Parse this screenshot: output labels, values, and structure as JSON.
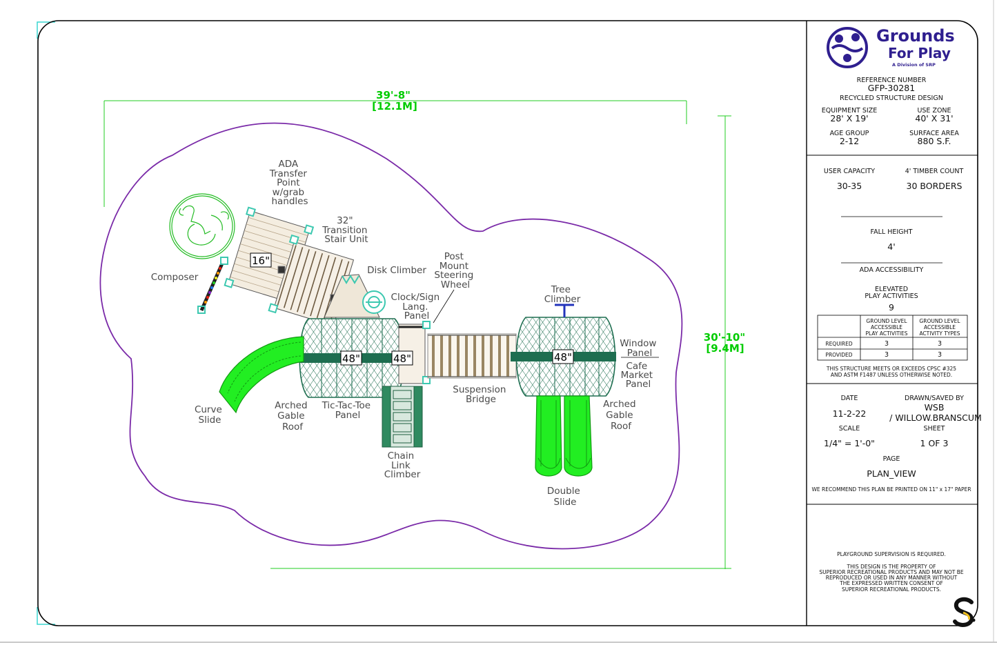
{
  "logo": {
    "line1": "Grounds",
    "line2": "For Play",
    "tagline": "A Division of SRP",
    "brand_color": "#2f1f8f"
  },
  "title_block": {
    "reference_label": "REFERENCE NUMBER",
    "reference_number": "GFP-30281",
    "design_name": "RECYCLED STRUCTURE DESIGN",
    "equipment_size_label": "EQUIPMENT SIZE",
    "equipment_size": "28' X 19'",
    "use_zone_label": "USE ZONE",
    "use_zone": "40' X 31'",
    "age_group_label": "AGE GROUP",
    "age_group": "2-12",
    "surface_area_label": "SURFACE AREA",
    "surface_area": "880 S.F.",
    "user_capacity_label": "USER CAPACITY",
    "user_capacity": "30-35",
    "timber_count_label": "4' TIMBER COUNT",
    "timber_count": "30 BORDERS",
    "fall_height_label": "FALL HEIGHT",
    "fall_height": "4'",
    "ada_label": "ADA ACCESSIBILITY",
    "elevated_label_1": "ELEVATED",
    "elevated_label_2": "PLAY ACTIVITIES",
    "elevated_count": "9",
    "table": {
      "col1": [
        "GROUND LEVEL",
        "ACCESSIBLE",
        "PLAY ACTIVITIES"
      ],
      "col2": [
        "GROUND LEVEL",
        "ACCESSIBLE",
        "ACTIVITY TYPES"
      ],
      "rows": [
        {
          "label": "REQUIRED",
          "a": "3",
          "b": "3"
        },
        {
          "label": "PROVIDED",
          "a": "3",
          "b": "3"
        }
      ]
    },
    "compliance_1": "THIS STRUCTURE MEETS OR EXCEEDS CPSC #325",
    "compliance_2": "AND ASTM F1487 UNLESS OTHERWISE NOTED.",
    "date_label": "DATE",
    "date": "11-2-22",
    "drawn_label": "DRAWN/SAVED BY",
    "drawn_by_1": "WSB",
    "drawn_by_2": "/ WILLOW.BRANSCUM",
    "scale_label": "SCALE",
    "scale": "1/4\" = 1'-0\"",
    "sheet_label": "SHEET",
    "sheet": "1   OF   3",
    "page_label": "PAGE",
    "page": "PLAN_VIEW",
    "print_note": "WE RECOMMEND THIS PLAN BE PRINTED ON 11\" x 17\" PAPER",
    "supervision": "PLAYGROUND SUPERVISION IS REQUIRED.",
    "property_lines": [
      "THIS DESIGN IS THE PROPERTY OF",
      "SUPERIOR RECREATIONAL PRODUCTS AND MAY NOT BE",
      "REPRODUCED OR USED IN ANY MANNER WITHOUT",
      "THE EXPRESSED WRITTEN CONSENT OF",
      "SUPERIOR RECREATIONAL PRODUCTS."
    ]
  },
  "dimensions": {
    "width_ft": "39'-8\"",
    "width_m": "[12.1M]",
    "height_ft": "30'-10\"",
    "height_m": "[9.4M]"
  },
  "deck_tags": {
    "deck_16": "16\"",
    "deck_48_a": "48\"",
    "deck_48_b": "48\"",
    "deck_48_c": "48\""
  },
  "labels": {
    "ada_transfer": [
      "ADA",
      "Transfer",
      "Point",
      "w/grab",
      "handles"
    ],
    "stair": [
      "32\"",
      "Transition",
      "Stair Unit"
    ],
    "composer": "Composer",
    "disk_climber": "Disk Climber",
    "steering": [
      "Post",
      "Mount",
      "Steering",
      "Wheel"
    ],
    "clock": [
      "Clock/Sign",
      "Lang.",
      "Panel"
    ],
    "tree_climber": [
      "Tree",
      "Climber"
    ],
    "window_panel": [
      "Window",
      "Panel"
    ],
    "cafe_panel": [
      "Cafe",
      "Market",
      "Panel"
    ],
    "curve_slide": [
      "Curve",
      "Slide"
    ],
    "arched_left": [
      "Arched",
      "Gable",
      "Roof"
    ],
    "tictactoe": [
      "Tic-Tac-Toe",
      "Panel"
    ],
    "suspension": [
      "Suspension",
      "Bridge"
    ],
    "arched_right": [
      "Arched",
      "Gable",
      "Roof"
    ],
    "chain_link": [
      "Chain",
      "Link",
      "Climber"
    ],
    "double_slide": [
      "Double",
      "Slide"
    ]
  },
  "colors": {
    "border_purple": "#7a2aa8",
    "dimension_green": "#22cc22",
    "roof_green": "#1e6e50",
    "slide_green": "#22ee22",
    "wood_tan": "#e8dcc8",
    "teal_accent": "#3cc8b0"
  }
}
